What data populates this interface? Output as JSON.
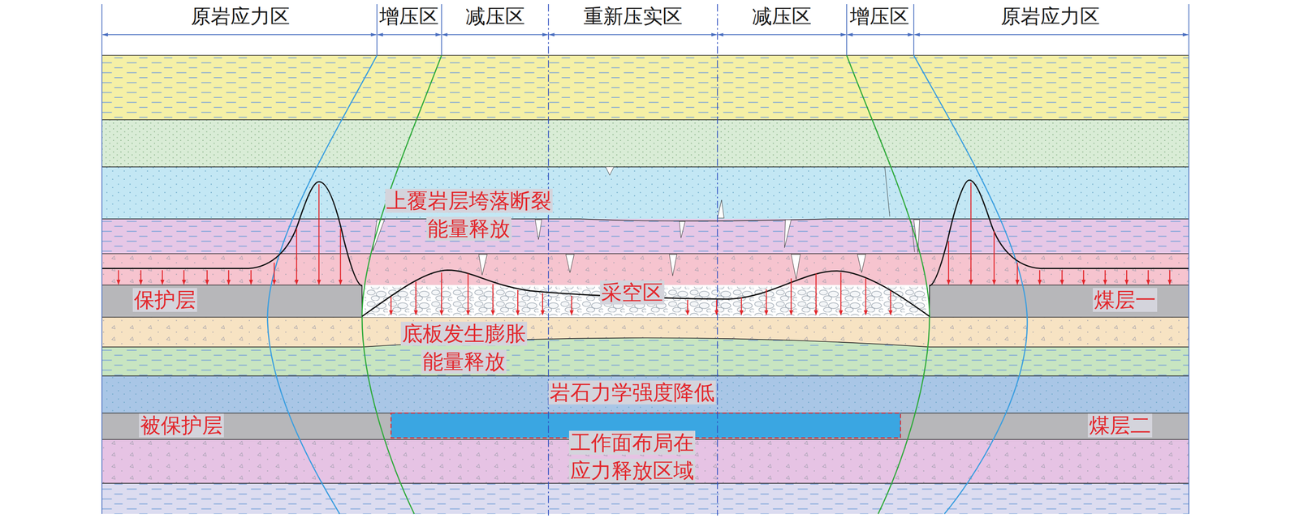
{
  "diagram": {
    "labels": [
      "原岩应力区",
      "增压区",
      "减压区",
      "重新压实区",
      "减压区",
      "增压区",
      "原岩应力区",
      "上覆岩层垮落断裂 能量释放",
      "保护层",
      "采空区",
      "煤层一",
      "底板发生膨胀 能量释放",
      "岩石力学强度降低",
      "被保护层",
      "煤层二",
      "工作面布局在 应力释放区域"
    ]
  }
}
